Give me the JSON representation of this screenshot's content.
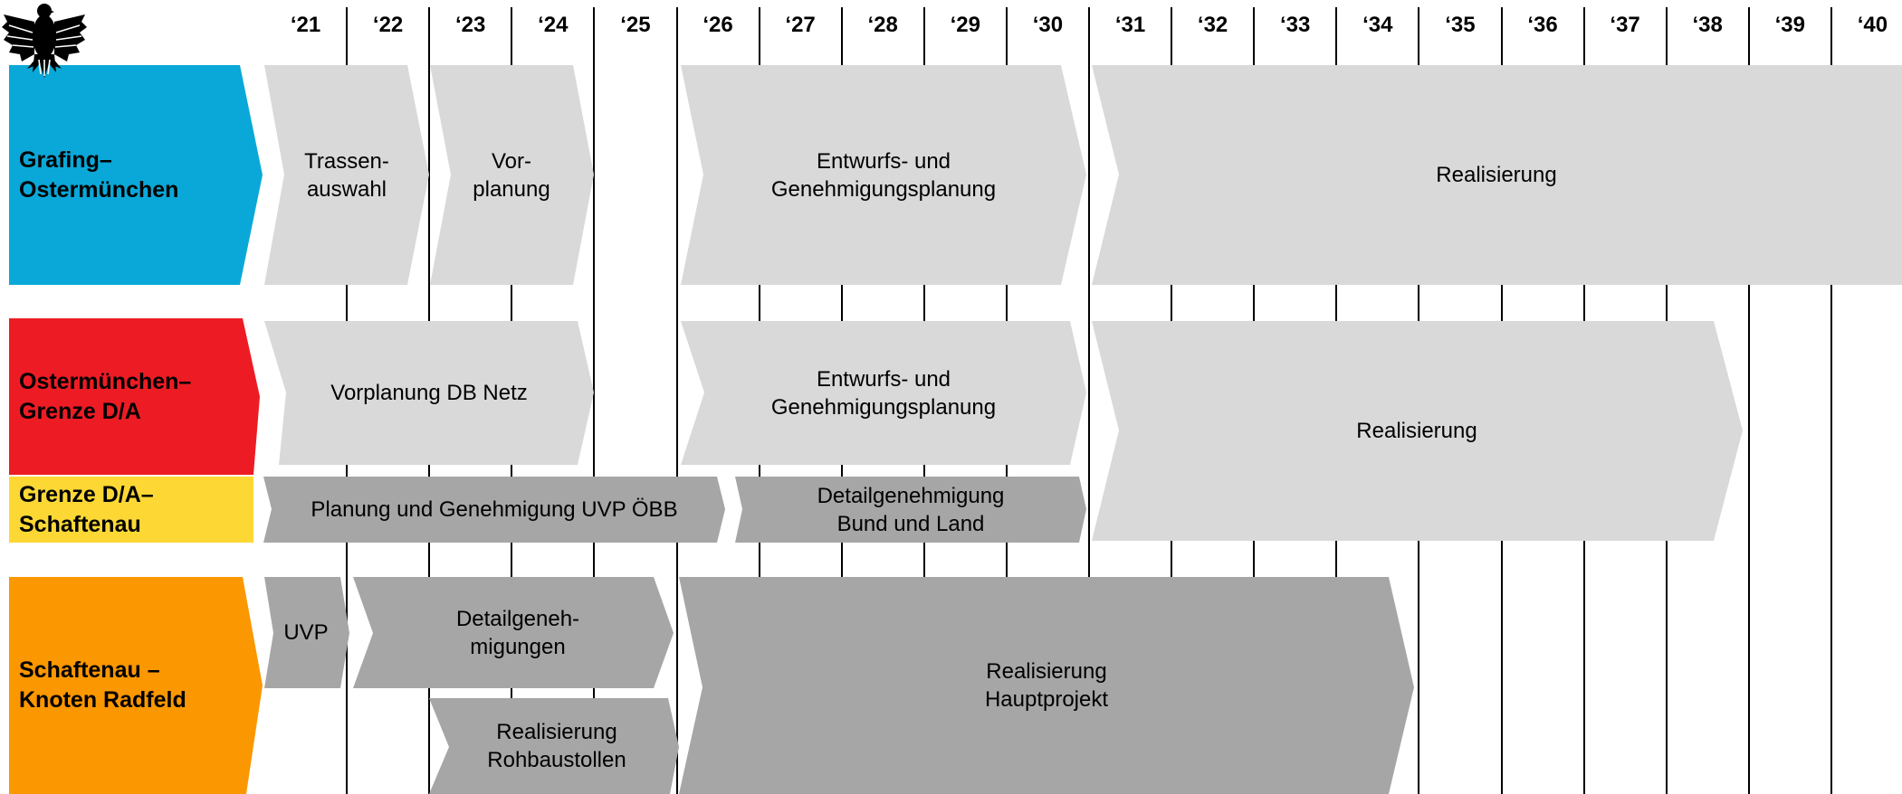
{
  "years": [
    "‘21",
    "‘22",
    "‘23",
    "‘24",
    "‘25",
    "‘26",
    "‘27",
    "‘28",
    "‘29",
    "‘30",
    "‘31",
    "‘32",
    "‘33",
    "‘34",
    "‘35",
    "‘36",
    "‘37",
    "‘38",
    "‘39",
    "‘40"
  ],
  "sections": [
    {
      "name": "Grafing–\nOstermünchen",
      "color": "#0aa8d8"
    },
    {
      "name": "Ostermünchen–\nGrenze D/A",
      "color": "#ed1c24"
    },
    {
      "name": "Grenze D/A–\nSchaftenau",
      "color": "#fdd835"
    },
    {
      "name": "Schaftenau –\nKnoten Radfeld",
      "color": "#fb9700"
    }
  ],
  "phases": {
    "p1": "Trassen-\nauswahl",
    "p2": "Vor-\nplanung",
    "p3": "Entwurfs- und\nGenehmigungsplanung",
    "p4": "Realisierung",
    "p5": "Vorplanung DB Netz",
    "p6": "Entwurfs- und\nGenehmigungsplanung",
    "p7": "Realisierung",
    "p8": "Planung und Genehmigung UVP ÖBB",
    "p9": "Detailgenehmigung\nBund und Land",
    "p10": "UVP",
    "p11": "Detailgeneh-\nmigungen",
    "p12": "Realisierung\nRohbaustollen",
    "p13": "Realisierung\nHauptprojekt"
  },
  "colors": {
    "light_phase": "#d9d9d9",
    "dark_phase": "#a6a6a6",
    "grid": "#000000"
  },
  "icons": {
    "milestone": "federal-eagle-icon"
  }
}
